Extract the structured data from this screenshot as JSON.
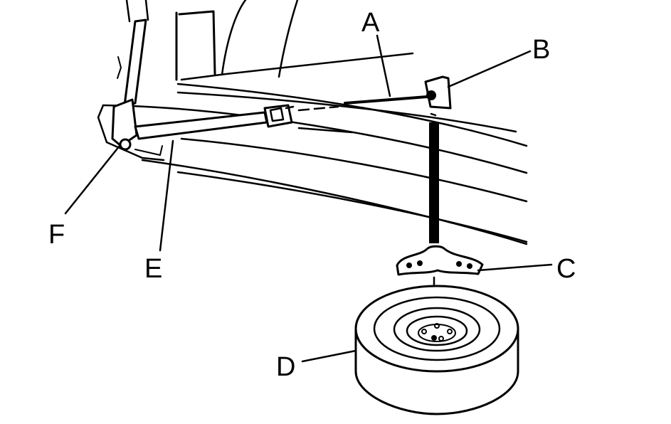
{
  "callouts": {
    "a": "A",
    "b": "B",
    "c": "C",
    "d": "D",
    "e": "E",
    "f": "F"
  },
  "colors": {
    "ink": "#000000",
    "background": "#ffffff"
  }
}
